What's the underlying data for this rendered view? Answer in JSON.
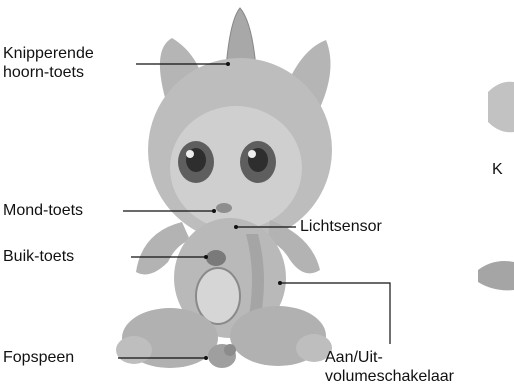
{
  "labels": {
    "horn_line1": "Knipperende",
    "horn_line2": "hoorn-toets",
    "mouth": "Mond-toets",
    "belly": "Buik-toets",
    "pacifier": "Fopspeen",
    "light_sensor": "Lichtsensor",
    "power_line1": "Aan/Uit-",
    "power_line2": "volumeschakelaar",
    "partial_k": "K"
  },
  "colors": {
    "doll_body": "#b9b9b9",
    "doll_shadow": "#9a9a9a",
    "doll_light": "#d2d2d2",
    "text": "#111111",
    "leader_line": "#111111"
  }
}
